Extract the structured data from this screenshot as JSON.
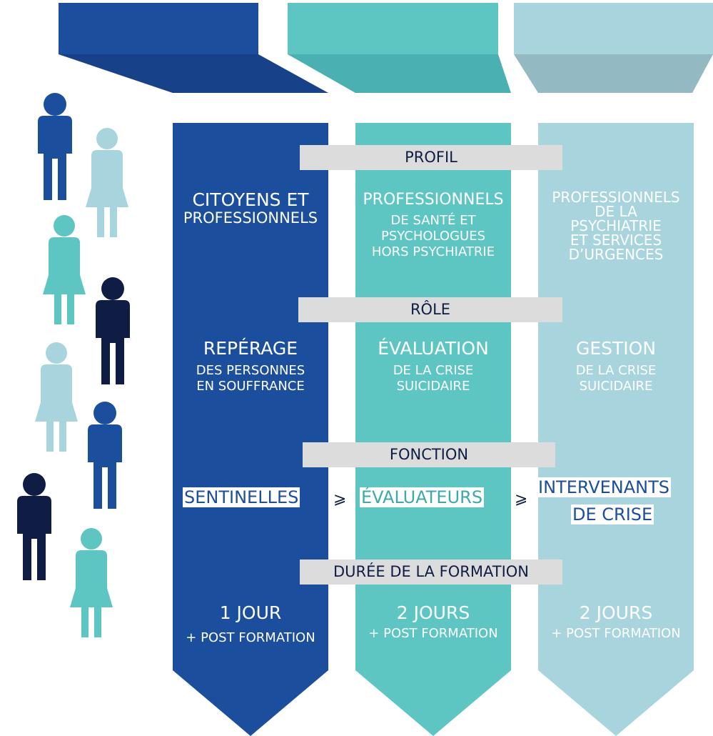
{
  "colors": {
    "col1": "#1b4f9e",
    "col1_dark": "#17428a",
    "col2": "#5dc6c3",
    "col2_dark": "#4bb0b1",
    "col3": "#a8d5dd",
    "col3_dark": "#93b9c2",
    "navy": "#0f1d45",
    "bar_grey": "#dcdcdc"
  },
  "bars": {
    "profil": "PROFIL",
    "role": "RÔLE",
    "fonction": "FONCTION",
    "duree": "DURÉE DE LA FORMATION"
  },
  "columns": [
    {
      "profil_title": "CITOYENS ET",
      "profil_sub": "PROFESSIONNELS",
      "role_title": "REPÉRAGE",
      "role_sub1": "DES PERSONNES",
      "role_sub2": "EN SOUFFRANCE",
      "fonction": "SENTINELLES",
      "duree": "1 JOUR",
      "duree_sub": "+ POST FORMATION"
    },
    {
      "profil_title": "PROFESSIONNELS",
      "profil_sub1": "DE SANTÉ ET",
      "profil_sub2": "PSYCHOLOGUES",
      "profil_sub3": "HORS PSYCHIATRIE",
      "role_title": "ÉVALUATION",
      "role_sub1": "DE LA CRISE",
      "role_sub2": "SUICIDAIRE",
      "fonction": "ÉVALUATEURS",
      "duree": "2 JOURS",
      "duree_sub": "+ POST FORMATION"
    },
    {
      "profil_l1": "PROFESSIONNELS",
      "profil_l2": "DE LA",
      "profil_l3": "PSYCHIATRIE",
      "profil_l4": "ET SERVICES",
      "profil_l5": "D’URGENCES",
      "role_title": "GESTION",
      "role_sub1": "DE LA CRISE",
      "role_sub2": "SUICIDAIRE",
      "fonction_l1": "INTERVENANTS",
      "fonction_l2": "DE CRISE",
      "duree": "2 JOURS",
      "duree_sub": "+ POST FORMATION"
    }
  ],
  "icons": {
    "person": "person-icon",
    "arrow": "chevron-right-icon",
    "arrow_glyph": "⩾"
  }
}
